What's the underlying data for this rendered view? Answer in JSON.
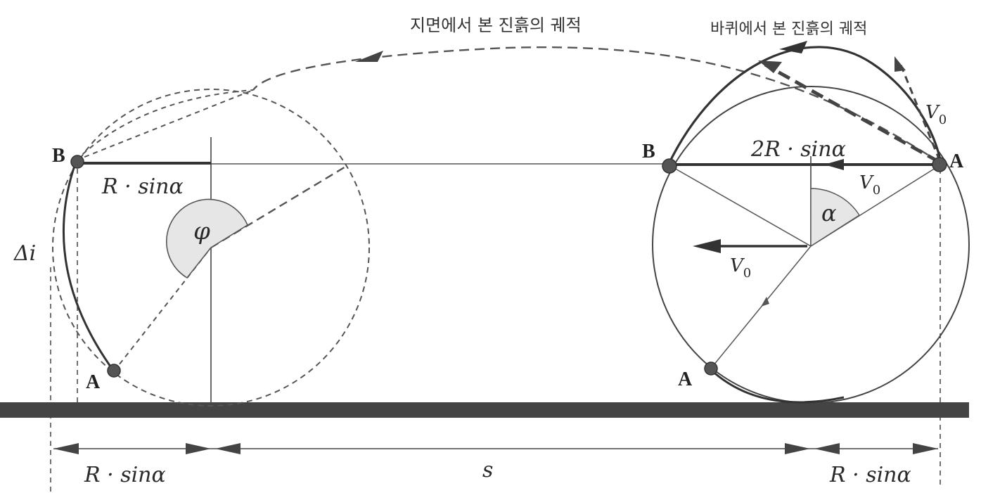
{
  "captions": {
    "ground_trajectory": "지면에서 본 진흙의 궤적",
    "wheel_trajectory": "바퀴에서 본 진흙의 궤적"
  },
  "labels": {
    "left_B": "B",
    "left_A": "A",
    "right_B": "B",
    "right_A_top": "A",
    "right_A_bottom": "A",
    "r_sin_left_top": "R · sinα",
    "two_r_sin": "2R · sinα",
    "phi": "φ",
    "alpha": "α",
    "delta_i": "Δi",
    "v0_top": "V",
    "v0_top_sub": "0",
    "v0_mid": "V",
    "v0_mid_sub": "0",
    "v0_center": "V",
    "v0_center_sub": "0",
    "dim_left": "R · sinα",
    "dim_s": "s",
    "dim_right": "R · sinα"
  },
  "colors": {
    "line": "#3a3a3a",
    "ground": "#444444",
    "arc_fill": "#e6e6e6"
  }
}
